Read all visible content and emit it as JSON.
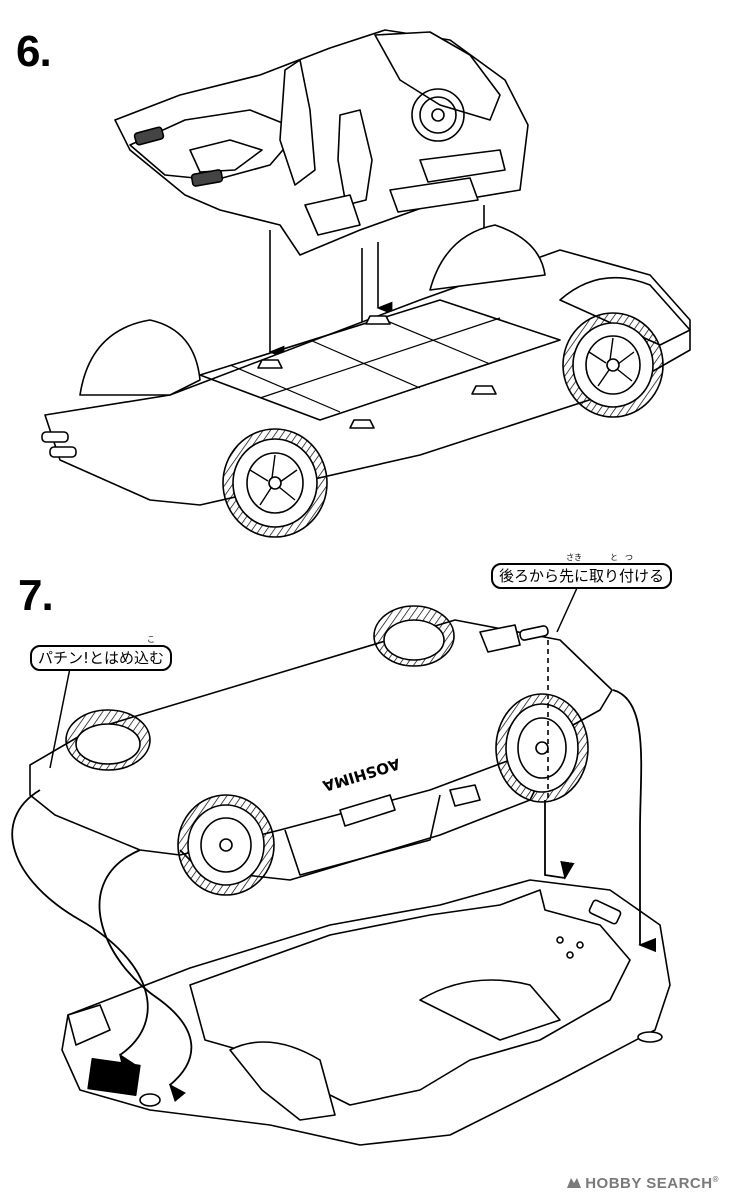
{
  "steps": [
    {
      "number": "6."
    },
    {
      "number": "7."
    }
  ],
  "callouts": {
    "rear_first": "後ろから先に取り付ける",
    "rear_first_ruby": [
      "さき",
      "と",
      "つ"
    ],
    "snap_in": "パチン!とはめ込む",
    "snap_in_ruby": "こ"
  },
  "chassis_label": "AOSHIMA",
  "watermark": {
    "brand": "HOBBY SEARCH",
    "reg": "®"
  }
}
